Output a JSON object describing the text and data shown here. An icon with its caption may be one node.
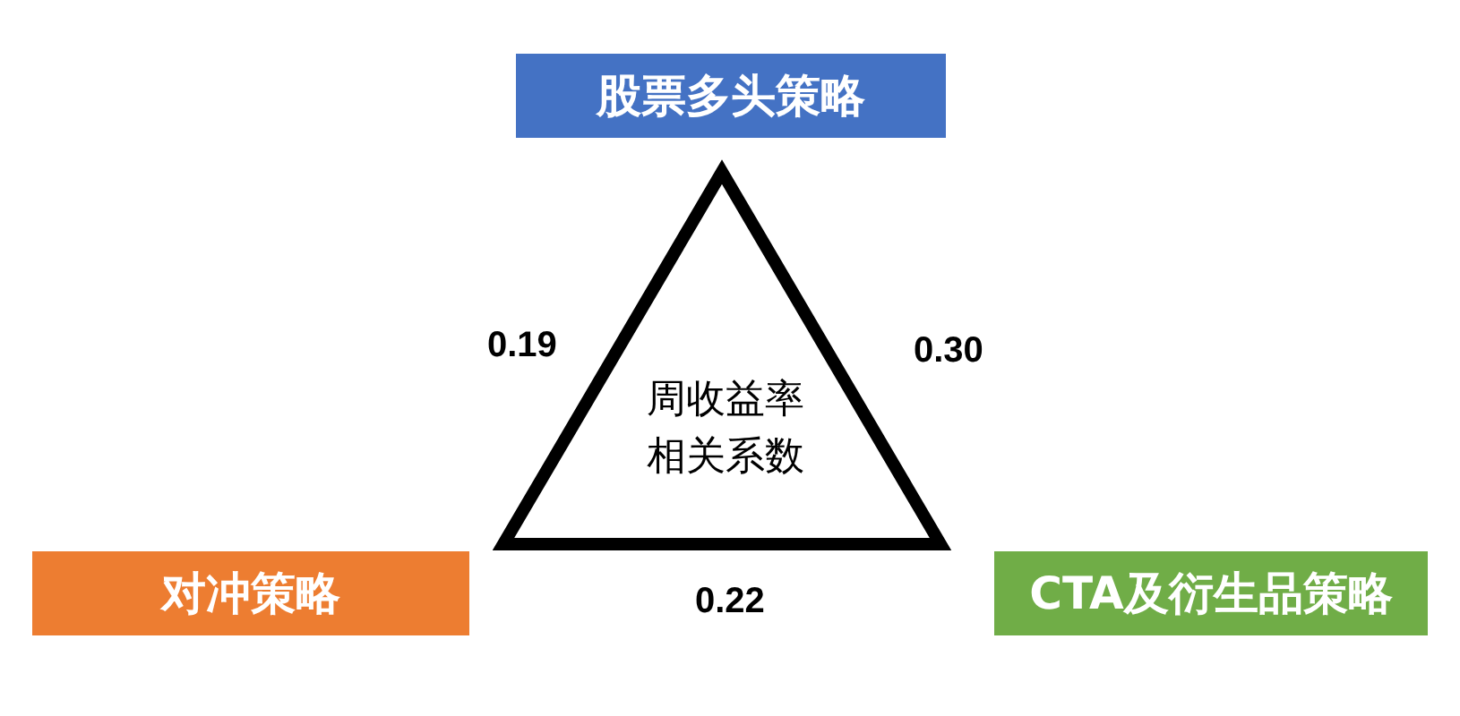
{
  "diagram": {
    "nodes": [
      {
        "text": [
          "股票多头策略"
        ]
      },
      {
        "text": [
          "周收益率相关系数"
        ]
      },
      {
        "text": [
          "对冲策略"
        ]
      },
      {
        "text": [
          "CTA及衍生品策略"
        ]
      }
    ],
    "labels": [
      "0.19",
      "0.30",
      "0.22"
    ]
  }
}
